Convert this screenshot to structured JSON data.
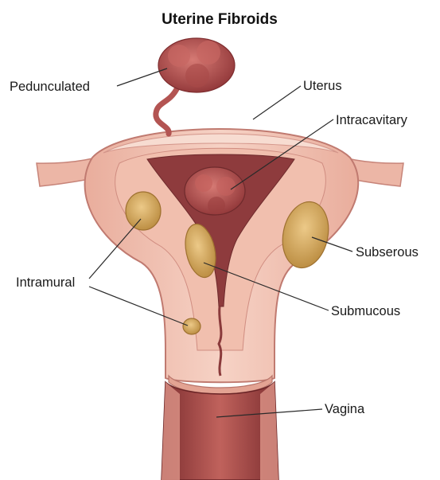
{
  "title": "Uterine Fibroids",
  "labels": {
    "pedunculated": "Pedunculated",
    "uterus": "Uterus",
    "intracavitary": "Intracavitary",
    "subserous": "Subserous",
    "intramural": "Intramural",
    "submucous": "Submucous",
    "vagina": "Vagina"
  },
  "colors": {
    "tissue_light": "#f2c7b9",
    "tissue_mid": "#e5a594",
    "tissue_dark": "#b95f5a",
    "cavity": "#8e3b3d",
    "fibroid_red": "#b2504f",
    "fibroid_tan": "#d7ab5c"
  }
}
